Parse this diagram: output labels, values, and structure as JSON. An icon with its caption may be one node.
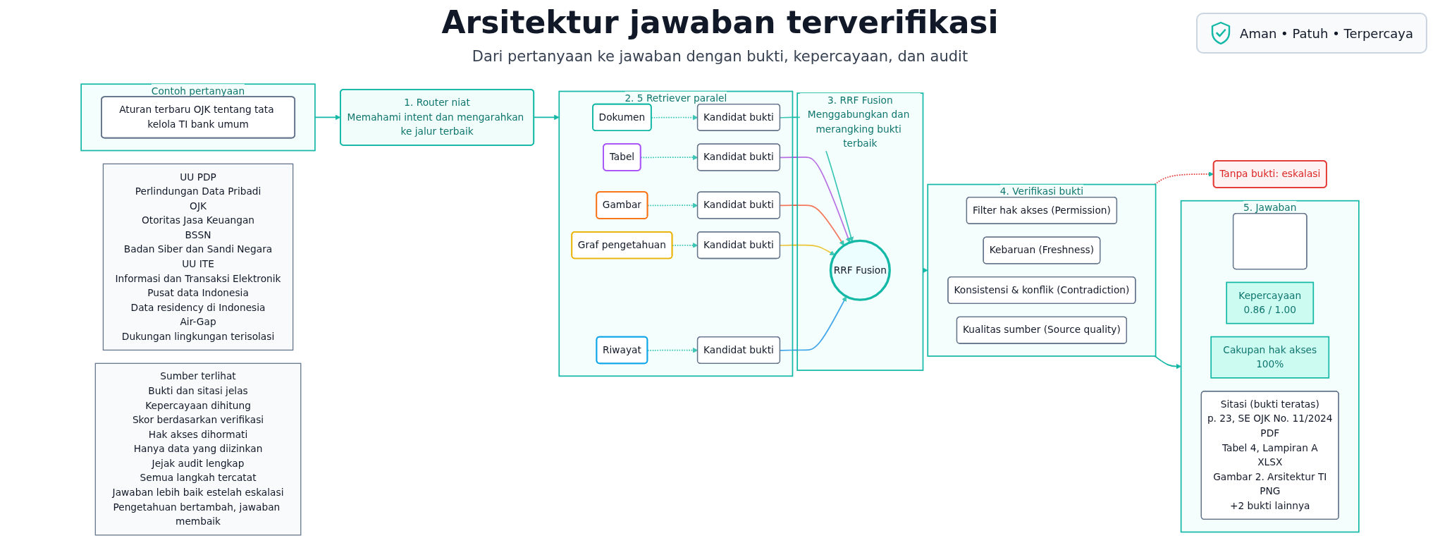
{
  "diagram": {
    "title": "Arsitektur jawaban terverifikasi",
    "nodes": [
      {
        "text": [
          "Contoh pertanyaan"
        ]
      },
      {
        "text": [
          "Aturan terbaru OJK tentang tata kelola TI bank umum"
        ],
        "in": 0
      },
      {
        "text": [
          "1. Router niat",
          "Memahami intent dan mengarahkan ke jalur terbaik"
        ]
      },
      {
        "text": [
          "2. 5 Retriever paralel"
        ]
      },
      {
        "text": [
          "Dokumen"
        ],
        "in": 3
      },
      {
        "text": [
          "Tabel"
        ],
        "in": 3
      },
      {
        "text": [
          "Gambar"
        ],
        "in": 3
      },
      {
        "text": [
          "Graf pengetahuan"
        ],
        "in": 3
      },
      {
        "text": [
          "Riwayat"
        ],
        "in": 3
      },
      {
        "text": [
          "Kandidat bukti"
        ],
        "in": 3
      },
      {
        "text": [
          "Kandidat bukti"
        ],
        "in": 3
      },
      {
        "text": [
          "Kandidat bukti"
        ],
        "in": 3
      },
      {
        "text": [
          "Kandidat bukti"
        ],
        "in": 3
      },
      {
        "text": [
          "Kandidat bukti"
        ],
        "in": 3
      },
      {
        "text": [
          "3. RRF Fusion",
          "Menggabungkan dan merangking bukti terbaik"
        ]
      },
      {
        "text": [
          "RRF Fusion"
        ],
        "in": 14
      },
      {
        "text": [
          "4. Verifikasi bukti"
        ]
      },
      {
        "text": [
          "Filter hak akses (Permission)"
        ],
        "in": 16
      },
      {
        "text": [
          "Kebaruan (Freshness)"
        ],
        "in": 16
      },
      {
        "text": [
          "Konsistensi & konflik (Contradiction)"
        ],
        "in": 16
      },
      {
        "text": [
          "Kualitas sumber (Source quality)"
        ],
        "in": 16
      },
      {
        "text": [
          "Tanpa bukti: eskalasi"
        ]
      },
      {
        "text": [
          "5. Jawaban"
        ]
      },
      {
        "text": [],
        "shape": "box",
        "in": 22
      },
      {
        "text": [
          "Kepercayaan",
          "0.86 / 1.00"
        ],
        "in": 22
      },
      {
        "text": [
          "Cakupan hak akses",
          "100%"
        ],
        "in": 22
      },
      {
        "text": [
          "Sitasi (bukti teratas)",
          "p. 23, SE OJK No. 11/2024",
          "PDF",
          "Tabel 4, Lampiran A",
          "XLSX",
          "Gambar 2. Arsitektur TI",
          "PNG",
          "+2 bukti lainnya"
        ],
        "in": 22
      },
      {
        "text": [
          "UU PDP",
          "Perlindungan Data Pribadi",
          "OJK",
          "Otoritas Jasa Keuangan",
          "BSSN",
          "Badan Siber dan Sandi Negara",
          "UU ITE",
          "Informasi dan Transaksi Elektronik",
          "Pusat data Indonesia",
          "Data residency di Indonesia",
          "Air-Gap",
          "Dukungan lingkungan terisolasi"
        ]
      },
      {
        "text": [
          "Sumber terlihat",
          "Bukti dan sitasi jelas",
          "Kepercayaan dihitung",
          "Skor berdasarkan verifikasi",
          "Hak akses dihormati",
          "Hanya data yang diizinkan",
          "Jejak audit lengkap",
          "Semua langkah tercatat",
          "Jawaban lebih baik estelah eskalasi",
          "Pengetahuan bertambah, jawaban membaik"
        ]
      }
    ],
    "edges": [
      {
        "from": 0,
        "to": 2,
        "arrow": "to"
      },
      {
        "from": 2,
        "to": 3,
        "arrow": "to"
      },
      {
        "from": 4,
        "to": 9,
        "arrow": "to",
        "style": "dashed"
      },
      {
        "from": 5,
        "to": 10,
        "arrow": "to",
        "style": "dashed"
      },
      {
        "from": 6,
        "to": 11,
        "arrow": "to",
        "style": "dashed"
      },
      {
        "from": 7,
        "to": 12,
        "arrow": "to",
        "style": "dashed"
      },
      {
        "from": 8,
        "to": 13,
        "arrow": "to",
        "style": "dashed"
      },
      {
        "from": 9,
        "to": 15,
        "arrow": "to"
      },
      {
        "from": 10,
        "to": 15,
        "arrow": "to",
        "color": "#b24be0"
      },
      {
        "from": 11,
        "to": 15,
        "arrow": "to",
        "color": "#ff5533"
      },
      {
        "from": 12,
        "to": 15,
        "arrow": "to",
        "color": "#f2b705"
      },
      {
        "from": 13,
        "to": 15,
        "arrow": "to",
        "color": "#1e90e8"
      },
      {
        "from": 14,
        "to": 16,
        "arrow": "to"
      },
      {
        "from": 16,
        "to": 21,
        "arrow": "to",
        "style": "dashed",
        "color": "#e53935"
      },
      {
        "from": 16,
        "to": 22,
        "arrow": "to"
      }
    ],
    "labels": [
      "Aman • Patuh • Terpercaya",
      "Dari pertanyaan ke jawaban dengan bukti, kepercayaan, dan audit"
    ]
  }
}
